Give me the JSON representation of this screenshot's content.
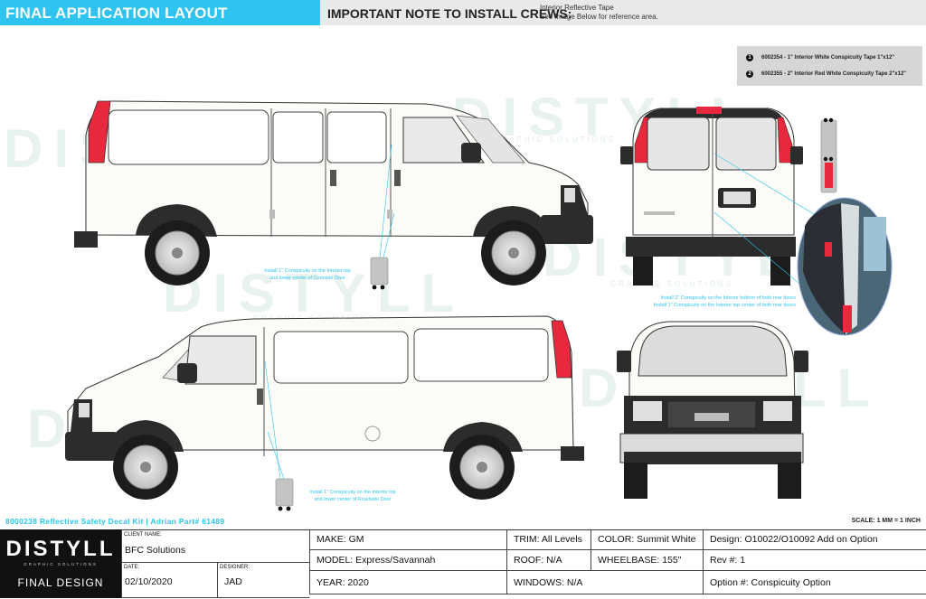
{
  "header": {
    "title": "FINAL APPLICATION LAYOUT",
    "note_title": "IMPORTANT NOTE TO INSTALL CREWS:",
    "note_line1": "Interior Reflective Tape",
    "note_line2": "See Image Below for reference area."
  },
  "legend": {
    "items": [
      {
        "num": "1",
        "text": "6002354 - 1\" Interior White Conspicuity Tape 1\"x12\""
      },
      {
        "num": "2",
        "text": "6002355 - 2\" Interior Red White Conspicuity Tape 2\"x12\""
      }
    ]
  },
  "watermark": {
    "brand": "DISTYLL",
    "sub": "GRAPHIC SOLUTIONS"
  },
  "notes": {
    "curbside_1": "Install 1\" Conspicuity on the Interior top",
    "curbside_2": "and lower center of Curbside Door",
    "rear_1": "Install 2\" Conspicuity on the Interior bottom of both rear doors",
    "rear_2": "Install 1\" Conspicuity on the Interior top center of both rear doors",
    "roadside_1": "Install 1\" Conspicuity on the Interior top",
    "roadside_2": "and lower center of Roadside Door"
  },
  "tape_labels": {
    "one": "1",
    "two": "2"
  },
  "footer": {
    "kit_line": "8000238 Reflective Safety Decal Kit  |  Adrian Part# 61489",
    "scale": "SCALE: 1 MM = 1 INCH"
  },
  "title_block": {
    "logo_brand": "DISTYLL",
    "logo_sub": "GRAPHIC SOLUTIONS",
    "logo_caption": "FINAL DESIGN",
    "client_label": "CLIENT NAME:",
    "client_value": "BFC Solutions",
    "date_label": "DATE:",
    "date_value": "02/10/2020",
    "designer_label": "DESIGNER:",
    "designer_value": "JAD",
    "make": "MAKE:  GM",
    "model": "MODEL:  Express/Savannah",
    "year": "YEAR:  2020",
    "trim": "TRIM:  All Levels",
    "roof": "ROOF:  N/A",
    "windows": "WINDOWS: N/A",
    "color": "COLOR:  Summit White",
    "wheelbase": "WHEELBASE:  155\"",
    "design": "Design:  O10022/O10092 Add on Option",
    "rev": "Rev #: 1",
    "option": "Option #: Conspicuity Option"
  },
  "colors": {
    "accent": "#2ec4ef",
    "tape_red": "#e8283c",
    "van_white": "#fbfbf7",
    "trim_dark": "#2c2c2c"
  }
}
